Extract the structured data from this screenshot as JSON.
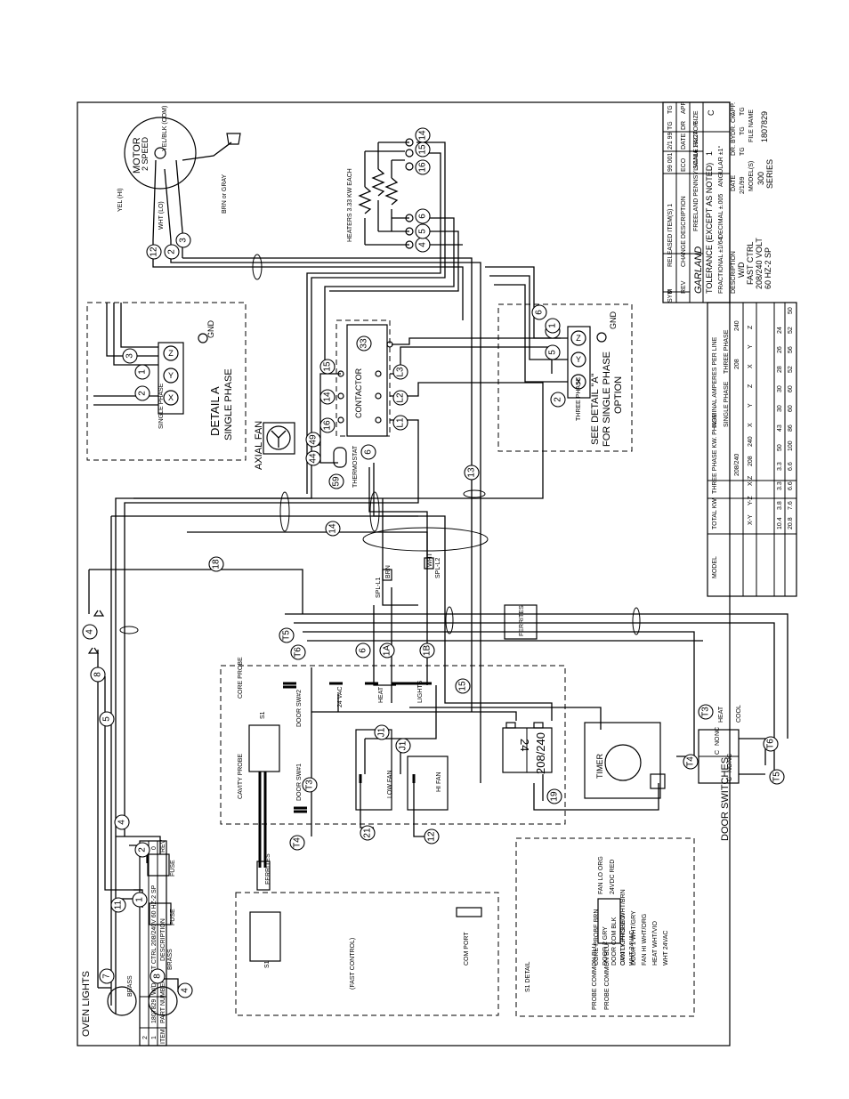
{
  "diagram": {
    "oven_lights": "OVEN LIGHTS",
    "motor": "MOTOR",
    "two_speed": "2 SPEED",
    "yel_hi": "YEL (HI)",
    "wht_lo": "WHT (LO)",
    "yel_blk_com": "YEL/BLK (COM)",
    "brn_or_gray": "BRN or GRAY",
    "heaters": "HEATERS 3.33 KW EACH",
    "contactor": "CONTACTOR",
    "thermostat": "THERMOSTAT",
    "axial_fan": "AXIAL FAN",
    "detail_a": "DETAIL A",
    "single_phase": "SINGLE PHASE",
    "single_phase_small": "SINGLE PHASE",
    "three_phase_small": "THREE PHASE",
    "gnd": "GND",
    "gnd2": "GND",
    "see_detail_a": "SEE DETAIL \"A\"",
    "for_single_phase": "FOR SINGLE PHASE",
    "option": "OPTION",
    "spl_l1": "SPL-L1",
    "spl_l2": "SPL-L2",
    "brn": "BRN",
    "wht": "WHT",
    "ferrites": "FERRITES",
    "ferrites2": "FERRITES",
    "core_probe": "CORE PROBE",
    "cavity_probe": "CAVITY PROBE",
    "door_sw2": "DOOR SW#2",
    "door_sw1": "DOOR SW#1",
    "vac24": "24 VAC",
    "heat": "HEAT",
    "lights": "LIGHTS",
    "low_fan": "LOW FAN",
    "hi_fan": "HI FAN",
    "transformer_24": "24",
    "transformer_208": "208/240",
    "timer": "TIMER",
    "door_switches": "DOOR SWITCHES",
    "no": "NO",
    "nc": "NC",
    "c": "C",
    "heat_sw": "HEAT",
    "cool_sw": "COOL",
    "s1": "S1",
    "s1b": "S1",
    "fast_control": "(FAST CONTROL)",
    "com_port": "COM PORT",
    "s1_detail": "S1 DETAIL",
    "fuse": "FUSE",
    "fuse2": "FUSE",
    "brass": "BRASS",
    "brass2": "BRASS",
    "s1_pins": [
      "CAVITY PROBE WHT/BRN",
      "DOOR 1 WHT/GRY",
      "FAN HI WHT/ORG",
      "HEAT WHT/VIO",
      "WHT 24VAC",
      "CORE PROBE BRN",
      "DOOR 2 GRY",
      "DOOR COM BLK",
      "OVN LIGHTS VIO",
      "WHT 24VAC",
      "PROBE COMMON BLU",
      "PROBE COMMON BLU",
      "FAN LO ORG",
      "24VDC RED"
    ]
  },
  "title_block": {
    "rev_rows": [
      {
        "rev": "0",
        "desc": "RELEASED ITEM(S) 1",
        "eco": "99 001",
        "date": "2/1 99",
        "dr": "TG",
        "app": "TG"
      },
      {
        "rev": "REV",
        "desc": "CHANGE DESCRIPTION",
        "eco": "ECO",
        "date": "DATE",
        "dr": "DR",
        "app": "APP"
      }
    ],
    "sym": "SYM",
    "company": "GARLAND",
    "company_loc": "FREELAND PENNSYLVANIA 18224",
    "tolerance": "TOLERANCE (EXCEPT AS NOTED)",
    "fractional": "FRACTIONAL ±1/64",
    "decimal": "DECIMAL ±.005",
    "angular": "ANGULAR ±1°",
    "scale_factor_label": "SCALE FACTOR",
    "scale_factor": "1",
    "size_label": "SIZE",
    "size": "C",
    "description_label": "DESCRIPTION",
    "description": [
      "W/D",
      "FAST CTRL",
      "208/240 VOLT",
      "60 HZ-2 SP"
    ],
    "date_label": "DATE",
    "date": "2/1/99",
    "dr_label": "DR. BY",
    "dr": "TG",
    "ck_label": "DR. CK.",
    "ck": "TG",
    "app_label": "APP.",
    "app": "TG",
    "models_label": "MODEL(S)",
    "models": [
      "300",
      "SERIES"
    ],
    "file_label": "FILE NAME",
    "file": "1807829"
  },
  "amps_table": {
    "title": "NOMINAL AMPERES PER LINE",
    "col_model": "MODEL",
    "col_total_kw": "TOTAL KW",
    "col_three_phase_kw": "THREE PHASE KW. PHASE",
    "col_208_240": "208/240",
    "col_single_phase": "SINGLE PHASE",
    "col_three_phase": "THREE PHASE",
    "sub_208": "208",
    "sub_240": "240",
    "sub_heads": [
      "X-Y",
      "Y-Z",
      "X-Z",
      "208",
      "240",
      "X",
      "Y",
      "Z",
      "X",
      "Y",
      "Z"
    ],
    "rows": [
      [
        "10.4",
        "3.8",
        "3.3",
        "3.3",
        "50",
        "43",
        "30",
        "30",
        "28",
        "26",
        "24"
      ],
      [
        "20.8",
        "7.6",
        "6.6",
        "6.6",
        "100",
        "86",
        "60",
        "60",
        "52",
        "56",
        "52",
        "50"
      ]
    ]
  },
  "items_table": {
    "header": [
      "ITEM",
      "PART NUMBER",
      "DESCRIPTION",
      "REV"
    ],
    "rows": [
      [
        "1",
        "1807829",
        "W/D FAST CTRL 208/240V 60 HZ-2 SP",
        "0"
      ],
      [
        "2",
        "",
        "",
        ""
      ]
    ]
  }
}
